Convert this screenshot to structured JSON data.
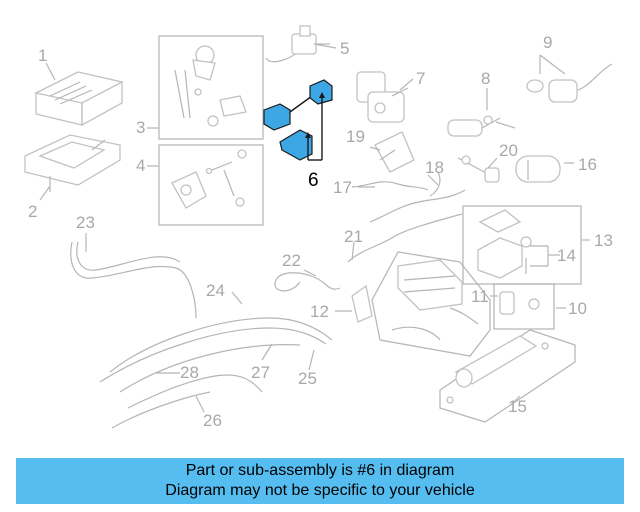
{
  "diagram": {
    "highlighted_part": "6",
    "highlight_color": "#3da7e6",
    "callouts": [
      "1",
      "2",
      "3",
      "4",
      "5",
      "6",
      "7",
      "8",
      "9",
      "10",
      "11",
      "12",
      "13",
      "14",
      "15",
      "16",
      "17",
      "18",
      "19",
      "20",
      "21",
      "22",
      "23",
      "24",
      "25",
      "26",
      "27",
      "28"
    ]
  },
  "banner": {
    "line1": "Part or sub-assembly is #6 in diagram",
    "line2": "Diagram may not be specific to your vehicle",
    "color": "#56bdf0"
  }
}
